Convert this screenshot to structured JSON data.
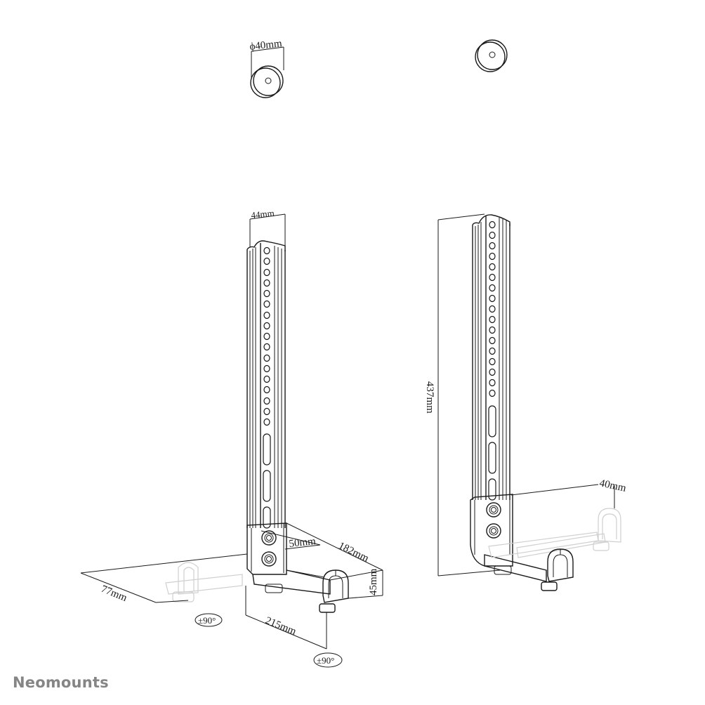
{
  "brand": {
    "name": "Neomounts",
    "color": "#858585"
  },
  "left_view": {
    "washer": {
      "dimension": "ϕ40mm"
    },
    "column": {
      "width_dimension": "44mm",
      "round_holes": 16,
      "slots": 3
    },
    "bracket": {
      "dim_depth": "50mm",
      "dim_length": "182mm",
      "dim_height": "45mm",
      "dim_arm_length": "215mm",
      "dim_offset": "77mm",
      "rotation_badge_1": "±90°",
      "rotation_badge_2": "±90°"
    }
  },
  "right_view": {
    "washer": {
      "dimension": ""
    },
    "column": {
      "height_dimension": "437mm",
      "round_holes": 16,
      "slots": 3
    },
    "bracket": {
      "dim_height": "40mm"
    }
  },
  "colors": {
    "line": "#1a1a1a",
    "ghost": "#cfcfcf",
    "background": "#ffffff"
  }
}
